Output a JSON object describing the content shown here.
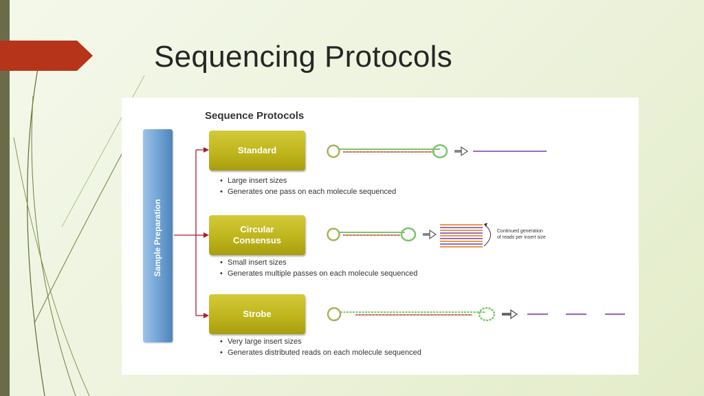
{
  "slide": {
    "title": "Sequencing Protocols"
  },
  "figure": {
    "title": "Sequence Protocols",
    "sample_prep_label": "Sample Preparation",
    "protocols": [
      {
        "name": "Standard",
        "bullets": [
          "Large insert sizes",
          "Generates one pass on each molecule sequenced"
        ]
      },
      {
        "name": "Circular Consensus",
        "bullets": [
          "Small insert sizes",
          "Generates multiple passes on each molecule sequenced"
        ]
      },
      {
        "name": "Strobe",
        "bullets": [
          "Very large insert sizes",
          "Generates distributed reads on each molecule sequenced"
        ]
      }
    ],
    "ccs_note_line1": "Continued generation",
    "ccs_note_line2": "of reads per insert size"
  },
  "colors": {
    "accent": "#b5341a",
    "left_bar": "#6b6b4a",
    "protocol_box": "#bfb51c",
    "sample_bar": "#6fa2d4",
    "connector": "#a81e2e",
    "loop_green": "#7cc36b",
    "insert_orange": "#e89a3c",
    "read_purple": "#9b6bbf"
  }
}
